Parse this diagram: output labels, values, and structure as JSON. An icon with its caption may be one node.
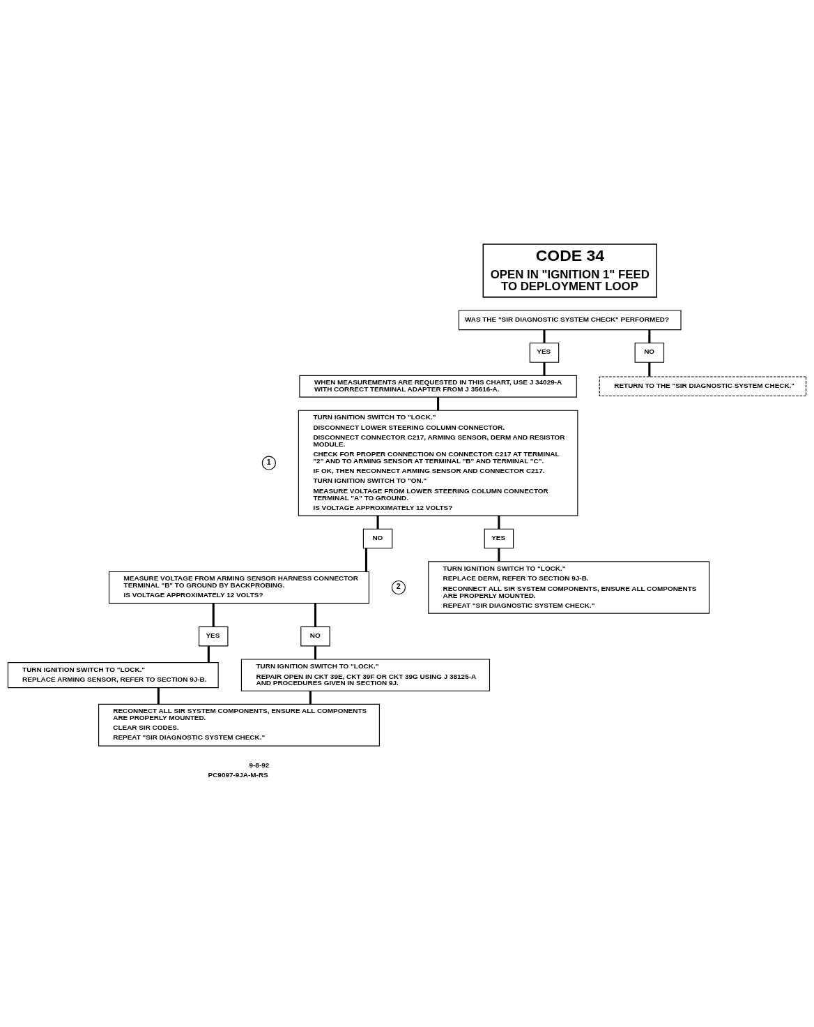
{
  "diagram": {
    "nodes": [
      {
        "text": [
          "CODE 34",
          "OPEN IN \"IGNITION 1\" FEED TO DEPLOYMENT LOOP"
        ]
      },
      {
        "text": [
          "WAS THE \"SIR DIAGNOSTIC SYSTEM CHECK\" PERFORMED?"
        ]
      },
      {
        "text": [
          "YES"
        ]
      },
      {
        "text": [
          "NO"
        ]
      },
      {
        "text": [
          "WHEN MEASUREMENTS ARE REQUESTED IN THIS CHART, USE J 34029-A WITH CORRECT TERMINAL ADAPTER FROM J 35616-A."
        ]
      },
      {
        "text": [
          "RETURN TO THE \"SIR DIAGNOSTIC SYSTEM CHECK.\""
        ]
      },
      {
        "text": [
          "TURN IGNITION SWITCH TO \"LOCK.\"",
          "DISCONNECT LOWER STEERING COLUMN CONNECTOR.",
          "DISCONNECT CONNECTOR C217, ARMING SENSOR, DERM AND RESISTOR MODULE.",
          "CHECK FOR PROPER CONNECTION ON CONNECTOR C217 AT TERMINAL \"2\" AND TO ARMING SENSOR AT TERMINAL \"B\" AND TERMINAL \"C\".",
          "IF OK, THEN RECONNECT ARMING SENSOR AND CONNECTOR C217.",
          "TURN IGNITION SWITCH TO \"ON.\"",
          "MEASURE VOLTAGE FROM LOWER STEERING COLUMN CONNECTOR TERMINAL \"A\" TO GROUND.",
          "IS VOLTAGE APPROXIMATELY 12 VOLTS?"
        ],
        "beside": [
          "1"
        ]
      },
      {
        "text": [
          "NO"
        ]
      },
      {
        "text": [
          "YES"
        ]
      },
      {
        "text": [
          "MEASURE VOLTAGE FROM ARMING SENSOR HARNESS CONNECTOR TERMINAL \"B\" TO GROUND BY BACKPROBING.",
          "IS VOLTAGE APPROXIMATELY 12 VOLTS?"
        ],
        "beside": [
          "2"
        ]
      },
      {
        "text": [
          "TURN IGNITION SWITCH TO \"LOCK.\"",
          "REPLACE DERM, REFER TO SECTION 9J-B.",
          "RECONNECT ALL SIR SYSTEM COMPONENTS, ENSURE ALL COMPONENTS ARE PROPERLY MOUNTED.",
          "REPEAT \"SIR DIAGNOSTIC SYSTEM CHECK.\""
        ]
      },
      {
        "text": [
          "YES"
        ]
      },
      {
        "text": [
          "NO"
        ]
      },
      {
        "text": [
          "TURN IGNITION SWITCH TO \"LOCK.\"",
          "REPLACE ARMING SENSOR, REFER TO SECTION 9J-B."
        ]
      },
      {
        "text": [
          "TURN IGNITION SWITCH TO \"LOCK.\"",
          "REPAIR OPEN IN CKT 39E, CKT 39F OR CKT 39G USING J 38125-A AND PROCEDURES GIVEN IN SECTION 9J."
        ]
      },
      {
        "text": [
          "RECONNECT ALL SIR SYSTEM COMPONENTS, ENSURE ALL COMPONENTS ARE PROPERLY MOUNTED.",
          "CLEAR SIR CODES.",
          "REPEAT \"SIR DIAGNOSTIC SYSTEM CHECK.\""
        ]
      }
    ],
    "edges": [
      {
        "from": 1,
        "to": 2,
        "arrow": "none"
      },
      {
        "from": 1,
        "to": 3,
        "arrow": "none"
      },
      {
        "from": 2,
        "to": 4,
        "arrow": "none"
      },
      {
        "from": 3,
        "to": 5,
        "arrow": "none"
      },
      {
        "from": 4,
        "to": 6,
        "arrow": "none"
      },
      {
        "from": 6,
        "to": 7,
        "arrow": "none"
      },
      {
        "from": 6,
        "to": 8,
        "arrow": "none"
      },
      {
        "from": 7,
        "to": 9,
        "arrow": "none"
      },
      {
        "from": 8,
        "to": 10,
        "arrow": "none"
      },
      {
        "from": 9,
        "to": 11,
        "arrow": "none"
      },
      {
        "from": 9,
        "to": 12,
        "arrow": "none"
      },
      {
        "from": 11,
        "to": 13,
        "arrow": "none"
      },
      {
        "from": 12,
        "to": 14,
        "arrow": "none"
      },
      {
        "from": 13,
        "to": 15,
        "arrow": "none"
      },
      {
        "from": 14,
        "to": 15,
        "arrow": "none"
      }
    ],
    "labels": [
      "9-8-92",
      "PC9097-9JA-M-RS"
    ]
  }
}
